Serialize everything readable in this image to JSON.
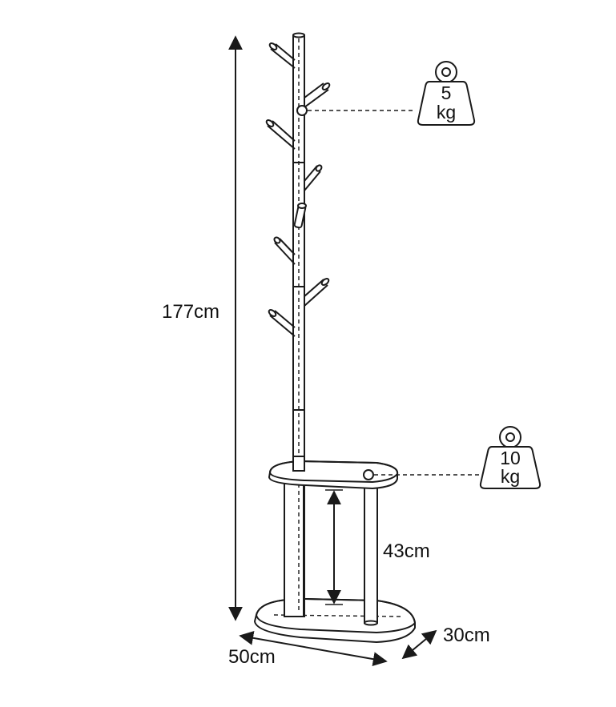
{
  "dimensions": {
    "height": "177cm",
    "shelf_height": "43cm",
    "width": "50cm",
    "depth": "30cm"
  },
  "load_limits": {
    "hooks": {
      "value": "5",
      "unit": "kg"
    },
    "shelf": {
      "value": "10",
      "unit": "kg"
    }
  },
  "colors": {
    "line": "#1a1a1a",
    "background": "#ffffff"
  },
  "icons": [
    "weight-icon",
    "double-arrow-icon"
  ]
}
